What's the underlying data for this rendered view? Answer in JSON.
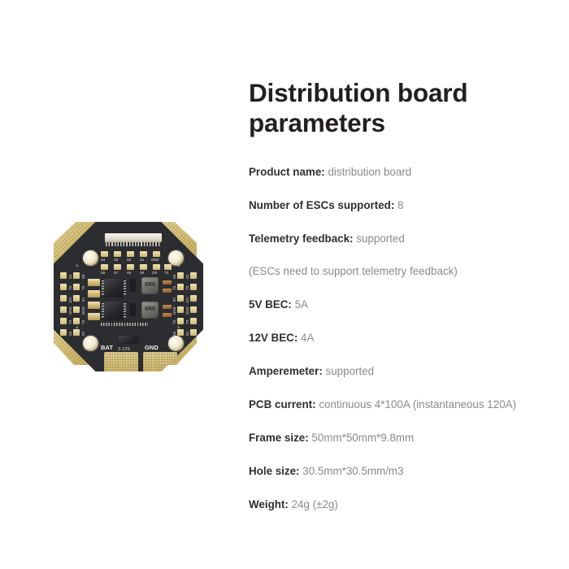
{
  "page": {
    "background": "#ffffff",
    "title": "Distribution board parameters",
    "title_line_1": "Distribution board",
    "title_line_2": "parameters"
  },
  "colors": {
    "heading": "#231f20",
    "label": "#2f2f2f",
    "value": "#8a8a8a",
    "pcb_dark": "#2c2d31",
    "pcb_gold": "#d9c57f"
  },
  "specs": [
    {
      "label": "Product name:",
      "value": "distribution board"
    },
    {
      "label": "Number of ESCs supported:",
      "value": "8"
    },
    {
      "label": "Telemetry feedback:",
      "value": "supported"
    },
    {
      "label": "",
      "value": "(ESCs need to support telemetry feedback)"
    },
    {
      "label": "5V BEC:",
      "value": "5A"
    },
    {
      "label": "12V BEC:",
      "value": "4A"
    },
    {
      "label": "Amperemeter:",
      "value": "supported"
    },
    {
      "label": "PCB current:",
      "value": "continuous 4*100A (instantaneous 120A)"
    },
    {
      "label": "Frame size:",
      "value": "50mm*50mm*9.8mm"
    },
    {
      "label": "Hole size:",
      "value": "30.5mm*30.5mm/m3"
    },
    {
      "label": "Weight:",
      "value": "24g (±2g)"
    }
  ],
  "product_photo": {
    "alt": "4-in-1 ESC power distribution board, octagonal black PCB with gold plated pads",
    "silkscreen": {
      "pad_row_top": [
        "S4",
        "S3",
        "S2",
        "S1",
        "GND"
      ],
      "pad_row_second": [
        "S8",
        "S7",
        "S6",
        "S5",
        "CR",
        "TX"
      ],
      "left_col_outer": [
        "S4",
        "TX",
        "12V",
        "GND",
        "TX",
        "S3"
      ],
      "left_col_inner": [
        "S8",
        "TX",
        "5V",
        "GND",
        "TX",
        "S7"
      ],
      "right_col_inner": [
        "S6",
        "TX",
        "5V",
        "GND",
        "TX",
        "S5"
      ],
      "right_col_outer": [
        "S2",
        "TX",
        "12V",
        "GND",
        "TX",
        "S1"
      ],
      "bottom_bat": "BAT",
      "bottom_voltage": "3-12S",
      "bottom_gnd": "GND",
      "inductor_marking": "6R9"
    }
  }
}
